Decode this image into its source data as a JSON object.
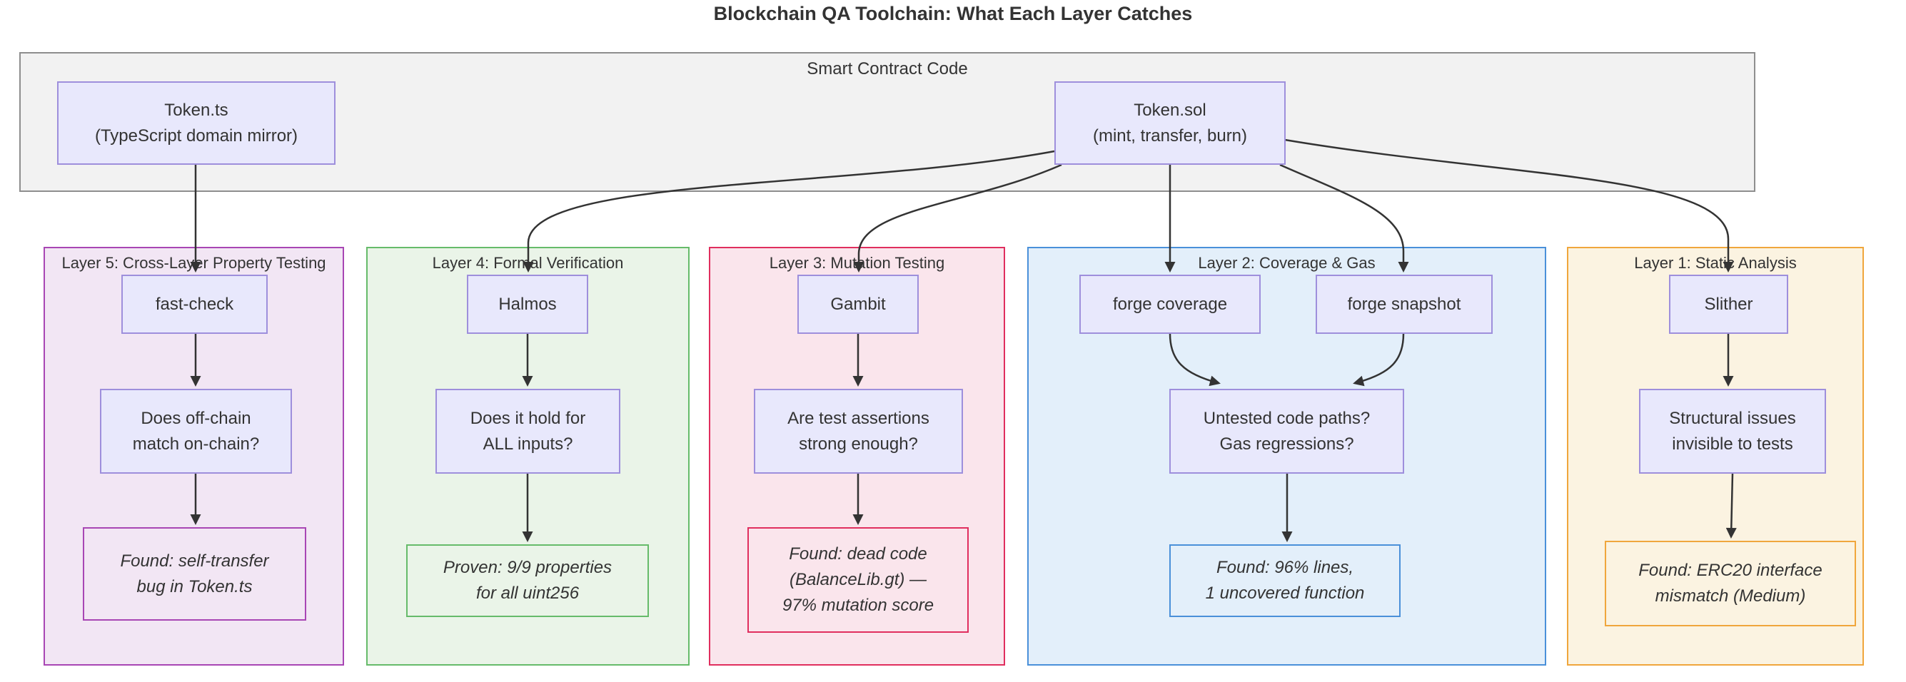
{
  "title": "Blockchain QA Toolchain: What Each Layer Catches",
  "colors": {
    "edge": "#333333",
    "text": "#333333",
    "node_fill": "#e8e8fc",
    "node_border": "#9e8fdc",
    "outer_fill": "#f2f2f2",
    "outer_border": "#8e8e8e"
  },
  "source_container": {
    "label": "Smart Contract Code",
    "token_ts": {
      "line1": "Token.ts",
      "line2": "(TypeScript domain mirror)"
    },
    "token_sol": {
      "line1": "Token.sol",
      "line2": "(mint, transfer, burn)"
    }
  },
  "layers": [
    {
      "title": "Layer 5: Cross-Layer Property Testing",
      "fill": "#f2e6f4",
      "border": "#a846b4",
      "tools": [
        "fast-check"
      ],
      "question_lines": [
        "Does off-chain",
        "match on-chain?"
      ],
      "result_lines": [
        "Found: self-transfer",
        "bug in Token.ts"
      ]
    },
    {
      "title": "Layer 4: Formal Verification",
      "fill": "#eaf4e8",
      "border": "#66bb6a",
      "tools": [
        "Halmos"
      ],
      "question_lines": [
        "Does it hold for",
        "ALL inputs?"
      ],
      "result_lines": [
        "Proven: 9/9 properties",
        "for all uint256"
      ]
    },
    {
      "title": "Layer 3: Mutation Testing",
      "fill": "#fae5ec",
      "border": "#e02e5e",
      "tools": [
        "Gambit"
      ],
      "question_lines": [
        "Are test assertions",
        "strong enough?"
      ],
      "result_lines": [
        "Found: dead code",
        "(BalanceLib.gt) —",
        "97% mutation score"
      ]
    },
    {
      "title": "Layer 2: Coverage & Gas",
      "fill": "#e3effa",
      "border": "#4a90d9",
      "tools": [
        "forge coverage",
        "forge snapshot"
      ],
      "question_lines": [
        "Untested code paths?",
        "Gas regressions?"
      ],
      "result_lines": [
        "Found: 96% lines,",
        "1 uncovered function"
      ]
    },
    {
      "title": "Layer 1: Static Analysis",
      "fill": "#fbf3e1",
      "border": "#f0a63c",
      "tools": [
        "Slither"
      ],
      "question_lines": [
        "Structural issues",
        "invisible to tests"
      ],
      "result_lines": [
        "Found: ERC20 interface",
        "mismatch (Medium)"
      ]
    }
  ]
}
